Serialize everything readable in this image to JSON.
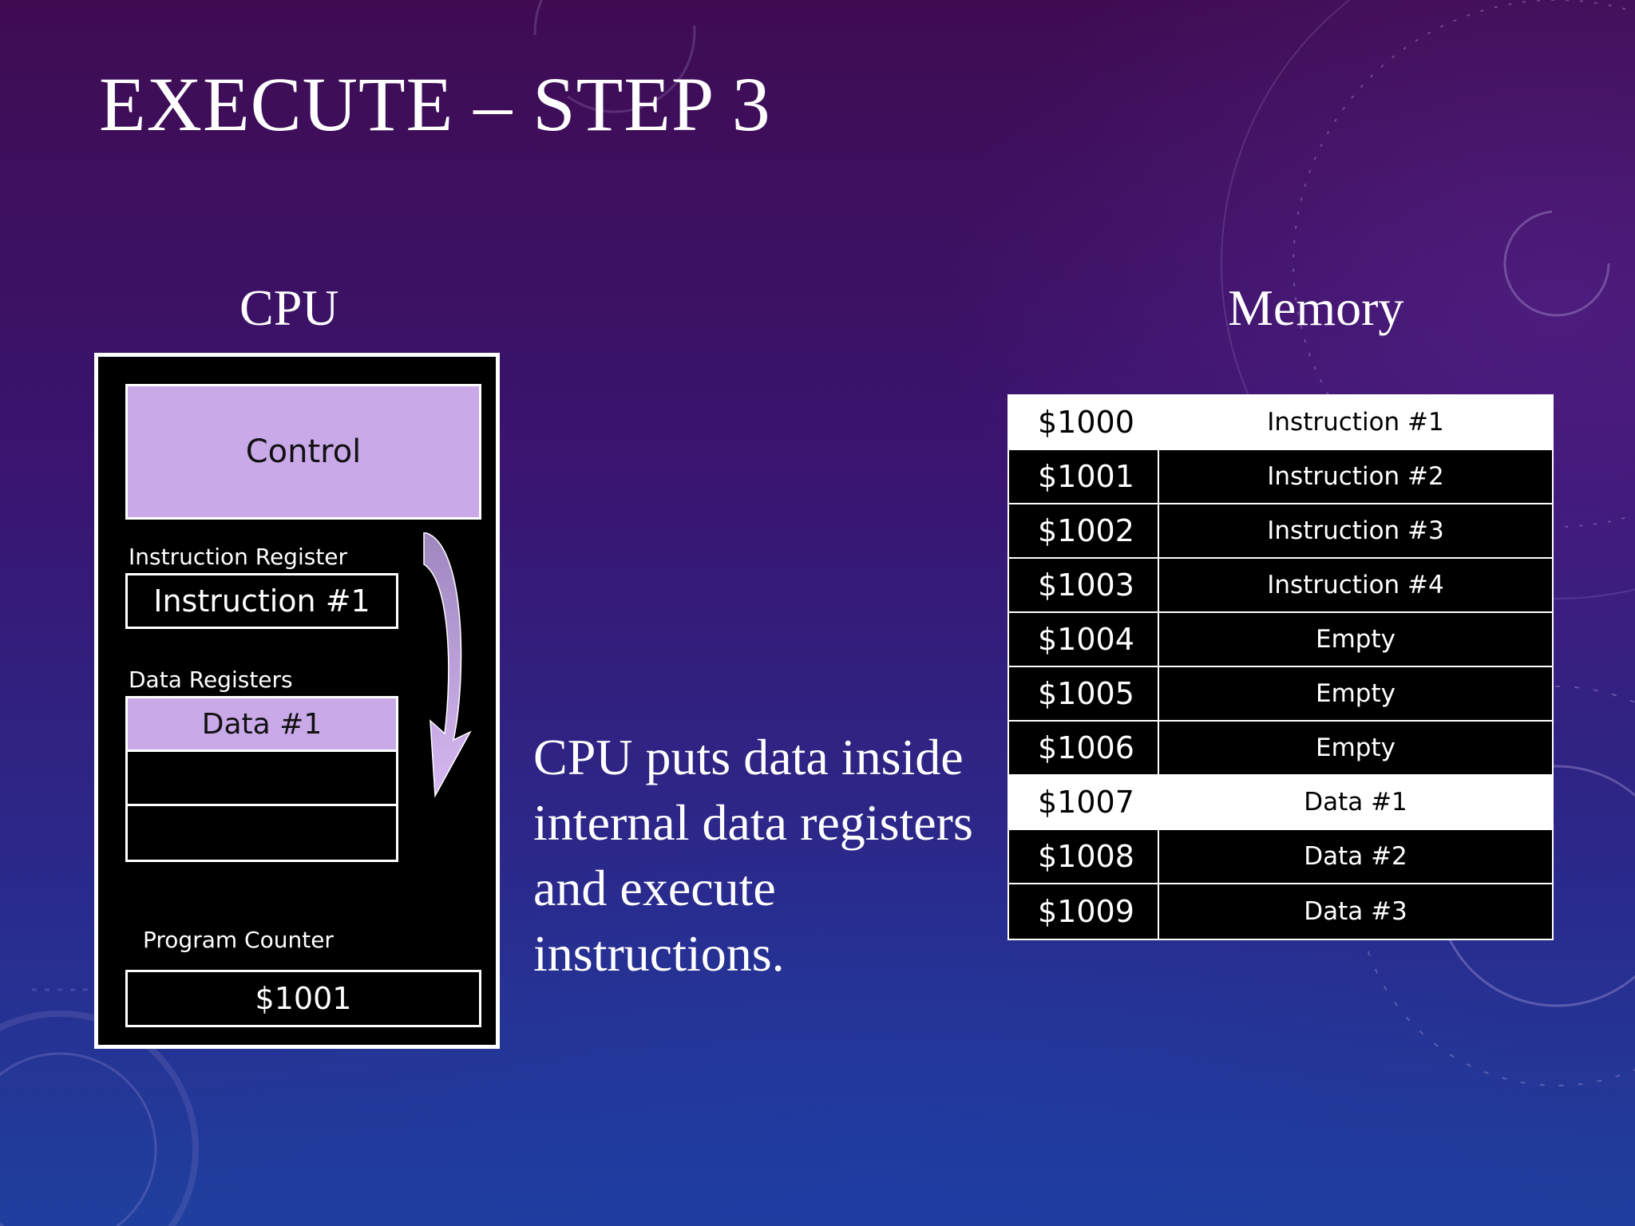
{
  "slide": {
    "title": "EXECUTE – STEP 3",
    "cpu_heading": "CPU",
    "memory_heading": "Memory",
    "description": "CPU puts data inside internal data registers and execute instructions."
  },
  "cpu": {
    "control": "Control",
    "instruction_register": {
      "label": "Instruction Register",
      "value": "Instruction #1"
    },
    "data_registers": {
      "label": "Data Registers",
      "slots": [
        "Data #1",
        "",
        ""
      ]
    },
    "program_counter": {
      "label": "Program Counter",
      "value": "$1001"
    }
  },
  "memory": {
    "rows": [
      {
        "address": "$1000",
        "value": "Instruction #1",
        "highlighted": true
      },
      {
        "address": "$1001",
        "value": "Instruction #2",
        "highlighted": false
      },
      {
        "address": "$1002",
        "value": "Instruction #3",
        "highlighted": false
      },
      {
        "address": "$1003",
        "value": "Instruction #4",
        "highlighted": false
      },
      {
        "address": "$1004",
        "value": "Empty",
        "highlighted": false
      },
      {
        "address": "$1005",
        "value": "Empty",
        "highlighted": false
      },
      {
        "address": "$1006",
        "value": "Empty",
        "highlighted": false
      },
      {
        "address": "$1007",
        "value": "Data #1",
        "highlighted": true
      },
      {
        "address": "$1008",
        "value": "Data #2",
        "highlighted": false
      },
      {
        "address": "$1009",
        "value": "Data #3",
        "highlighted": false
      }
    ]
  },
  "colors": {
    "register_highlight": "#c9a9e8",
    "background_top": "#3f0c52",
    "background_bottom": "#1f3f9e"
  },
  "icons": {
    "cpu_arrow": "curved-down-arrow-icon"
  }
}
